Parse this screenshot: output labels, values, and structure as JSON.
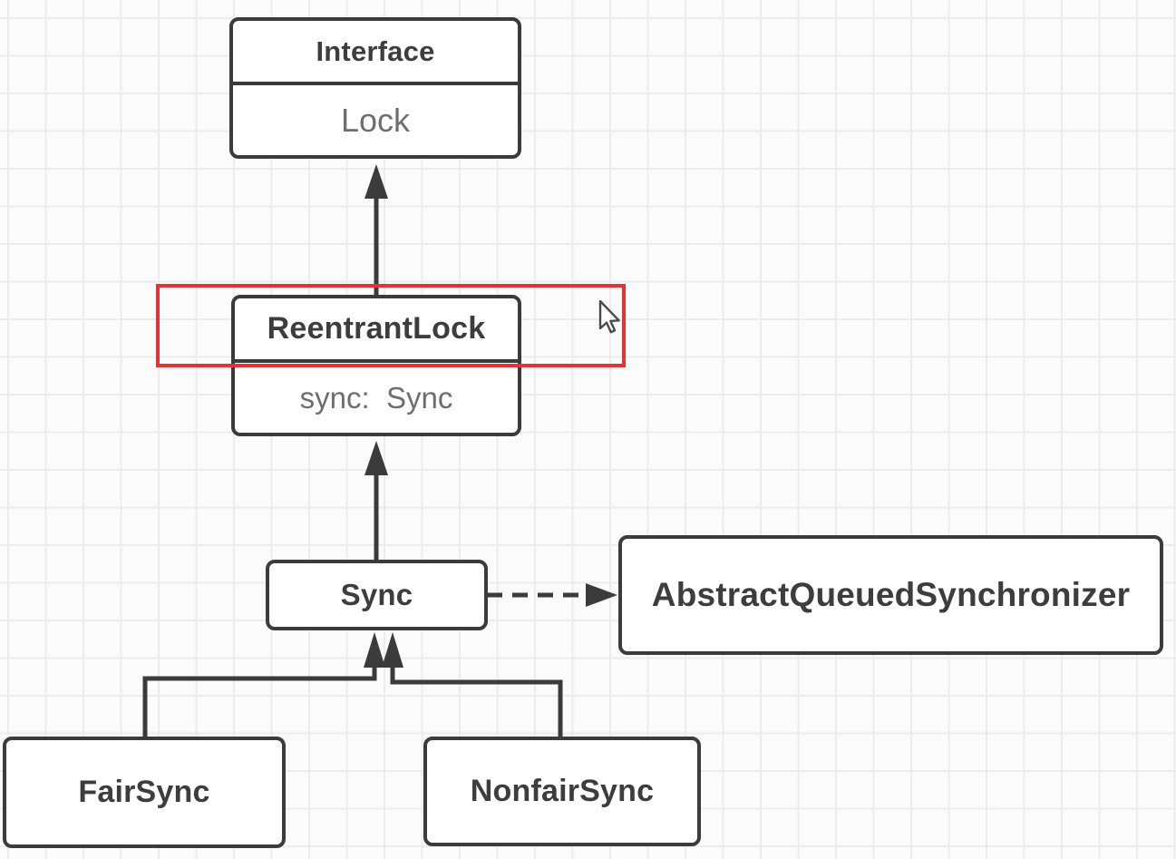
{
  "diagram": {
    "nodes": {
      "lock_interface": {
        "title": "Interface",
        "member": "Lock"
      },
      "reentrant_lock": {
        "title": "ReentrantLock",
        "member": "sync:  Sync"
      },
      "sync": {
        "title": "Sync"
      },
      "aqs": {
        "title": "AbstractQueuedSynchronizer"
      },
      "fair_sync": {
        "title": "FairSync"
      },
      "nonfair_sync": {
        "title": "NonfairSync"
      }
    },
    "edges": [
      {
        "from": "ReentrantLock",
        "to": "Interface Lock",
        "line": "solid",
        "arrow": "filled-triangle-up"
      },
      {
        "from": "Sync",
        "to": "ReentrantLock",
        "line": "solid",
        "arrow": "filled-triangle-up"
      },
      {
        "from": "Sync",
        "to": "AbstractQueuedSynchronizer",
        "line": "dashed",
        "arrow": "filled-triangle-right"
      },
      {
        "from": "FairSync",
        "to": "Sync",
        "line": "solid",
        "arrow": "filled-triangle-up"
      },
      {
        "from": "NonfairSync",
        "to": "Sync",
        "line": "solid",
        "arrow": "filled-triangle-up"
      }
    ],
    "annotation": {
      "highlight_target": "ReentrantLock title row"
    },
    "colors": {
      "line": "#3b3b3b",
      "highlight": "#e23434",
      "title_text": "#3d3d3d",
      "member_text": "#6e6e6e",
      "node_fill": "#ffffff",
      "grid_line": "#ececec",
      "canvas_bg": "#fbfbfb"
    }
  }
}
